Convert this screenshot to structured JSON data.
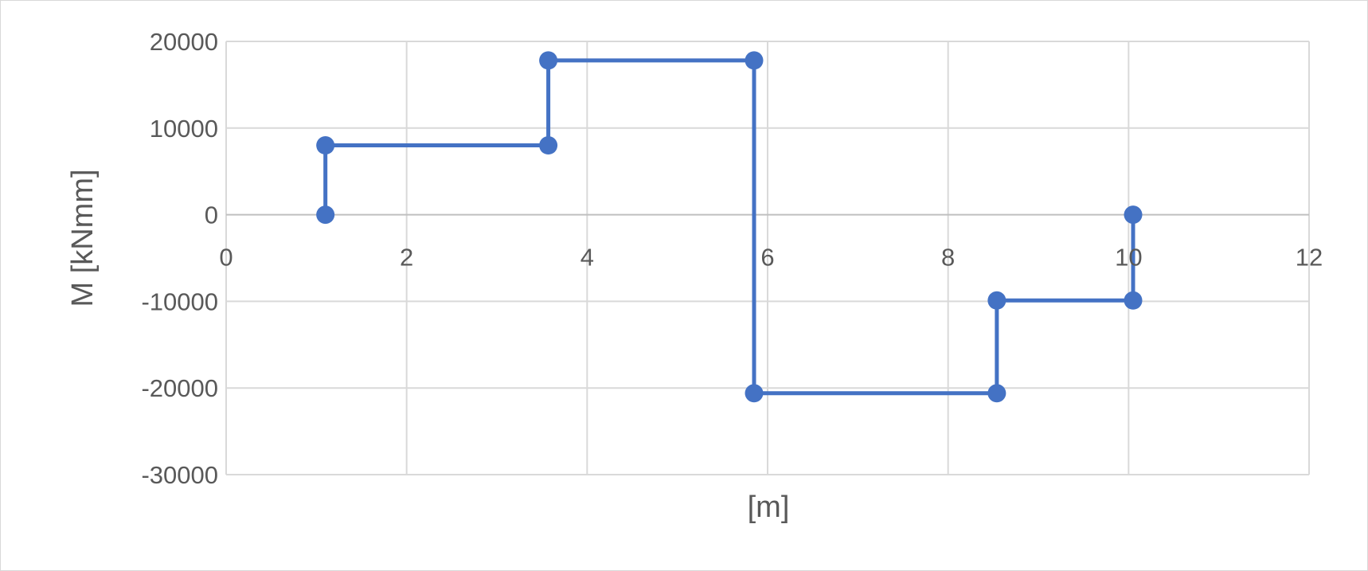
{
  "chart_data": {
    "type": "scatter",
    "title": "",
    "xlabel": "[m]",
    "ylabel": "M [kNmm]",
    "xlim": [
      0,
      12
    ],
    "ylim": [
      -30000,
      20000
    ],
    "x_ticks": [
      0,
      2,
      4,
      6,
      8,
      10,
      12
    ],
    "y_ticks": [
      20000,
      10000,
      0,
      -10000,
      -20000,
      -30000
    ],
    "x_tick_labels": [
      "0",
      "2",
      "4",
      "6",
      "8",
      "10",
      "12"
    ],
    "y_tick_labels": [
      "20000",
      "10000",
      "0",
      "-10000",
      "-20000",
      "-30000"
    ],
    "grid": true,
    "legend": "none",
    "series": [
      {
        "color": "#4472c4",
        "mode": "lines+markers",
        "points": [
          {
            "x": 1.1,
            "y": 0
          },
          {
            "x": 1.1,
            "y": 8000
          },
          {
            "x": 3.57,
            "y": 8000
          },
          {
            "x": 3.57,
            "y": 17800
          },
          {
            "x": 5.85,
            "y": 17800
          },
          {
            "x": 5.85,
            "y": -20600
          },
          {
            "x": 8.54,
            "y": -20600
          },
          {
            "x": 8.54,
            "y": -9900
          },
          {
            "x": 10.05,
            "y": -9900
          },
          {
            "x": 10.05,
            "y": 0
          }
        ]
      }
    ]
  }
}
